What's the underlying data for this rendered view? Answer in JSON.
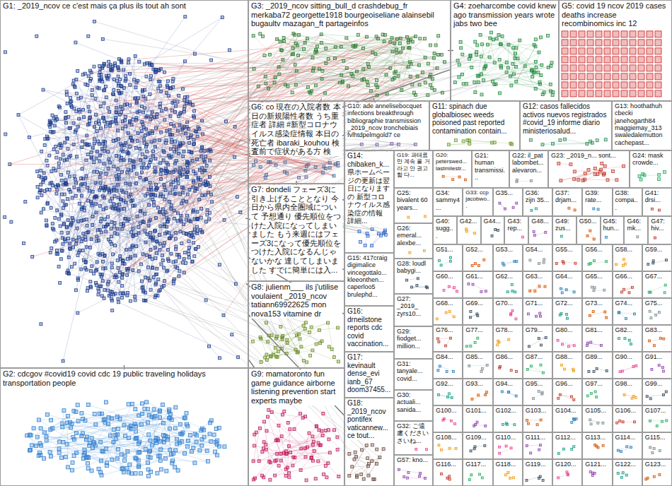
{
  "diagram": {
    "nodes": [
      {
        "text": [
          "G1: _2019_ncov ce c'est mais ça plus ils tout ah sont"
        ]
      },
      {
        "text": [
          "G3: _2019_ncov sitting_bull_d crashdebug_fr merkaba72 georgette1918 bourgeoiseliane alainsebil bugaultv mazagan_ft partageinfos"
        ]
      },
      {
        "text": [
          "G4: zoeharcombe covid knew ago transmission years wrote jabs two bee"
        ]
      },
      {
        "text": [
          "G5: covid 19 ncov 2019 cases deaths increase recombinomics inc 12"
        ]
      },
      {
        "text": [
          "G6: co 現在の入院者数 本日の新規陽性者数 うち重症者 詳細 #新型コロナウイルス感染症情報 本日の死亡者 ibaraki_kouhou 検査前で症状がある方 検"
        ]
      },
      {
        "text": [
          "G10: ade annelisebocquet infections breakthrough bibliographie transmission _2019_ncov tronchebiais fvlhtdpelmgold7 ce"
        ]
      },
      {
        "text": [
          "G11: spinach due globalbiosec weeds poisoned past reported contamination contain..."
        ]
      },
      {
        "text": [
          "G12: casos fallecidos activos nuevos registrados #covid_19 informe diario ministeriosalud..."
        ]
      },
      {
        "text": [
          "G13: hoothathuh cbecki janehogarth84 maggiemay_313 swaledalemutton cachepast..."
        ]
      },
      {
        "text": [
          "G7: dondeli フェーズ3に引き上げることとなり 今日から県内全圏域について 予想通り 優先順位をつけた入院になってしまいました もう来週にはフェーズ3になって優先順位をつけた入院になるんじゃないかな 達してしまいました すでに簡単には入..."
        ]
      },
      {
        "text": [
          "G14: chibaken_k... 県ホームページの更新は翌日になります の 新型コロナウイルス感染症の情報 詳細..."
        ]
      },
      {
        "text": [
          "G19: 과태료만 계속 올 거라고 안 권고함 다..."
        ]
      },
      {
        "text": [
          "G20: peterswed... lastmilestr..."
        ]
      },
      {
        "text": [
          "G21: human transmissi..."
        ]
      },
      {
        "text": [
          "G22: il_pat labombet... alevaron..."
        ]
      },
      {
        "text": [
          "G23: _2019_n... sont..."
        ]
      },
      {
        "text": [
          "G24: mask crowde..."
        ]
      },
      {
        "text": [
          "G25: bivalent 60 years..."
        ]
      },
      {
        "text": [
          "G34: sammy4..."
        ]
      },
      {
        "text": [
          "G33: ccp jacobwo..."
        ]
      },
      {
        "text": [
          "G35..."
        ]
      },
      {
        "text": [
          "G36: zijn 35..."
        ]
      },
      {
        "text": [
          "G37: drjam..."
        ]
      },
      {
        "text": [
          "G39: rate..."
        ]
      },
      {
        "text": [
          "G38: compa..."
        ]
      },
      {
        "text": [
          "G41: drsi..."
        ]
      },
      {
        "text": [
          "G40: sugg..."
        ]
      },
      {
        "text": [
          "G42..."
        ]
      },
      {
        "text": [
          "G44..."
        ]
      },
      {
        "text": [
          "G43: rep..."
        ]
      },
      {
        "text": [
          "G48..."
        ]
      },
      {
        "text": [
          "G49: zus..."
        ]
      },
      {
        "text": [
          "G50..."
        ]
      },
      {
        "text": [
          "G45: hun..."
        ]
      },
      {
        "text": [
          "G46: mk..."
        ]
      },
      {
        "text": [
          "G47: hiv..."
        ]
      },
      {
        "text": [
          "G15: 417craig digimalice vincegottalo... kleeonthen... caperloo5 brulephd..."
        ]
      },
      {
        "text": [
          "G26: emeral... alexbe..."
        ]
      },
      {
        "text": [
          "G28: loudl babygi..."
        ]
      },
      {
        "text": [
          "G8: julienm___ ils j'utilise voulaient _2019_ncov tatiann69922625 mon nova153 vitamine dr"
        ]
      },
      {
        "text": [
          "G16: drneilstone reports cdc covid vaccination..."
        ]
      },
      {
        "text": [
          "G27: _2019_ zyrs10..."
        ]
      },
      {
        "text": [
          "G29: fiodget... million..."
        ]
      },
      {
        "text": [
          "G17: kevinault dense_evi ianb_67 doom37455..."
        ]
      },
      {
        "text": [
          "G31: tanyale... covid..."
        ]
      },
      {
        "text": [
          "G30: actuali... sanida..."
        ]
      },
      {
        "text": [
          "G2: cdcgov #covid19 covid cdc 19 public traveling holidays transportation people"
        ]
      },
      {
        "text": [
          "G9: mamatoronto fun game guidance airborne listening prevention start experts maybe"
        ]
      },
      {
        "text": [
          "G18: _2019_ncov pontifex vaticannew... ce tout..."
        ]
      },
      {
        "text": [
          "G32: ご遠慮ください さいね..."
        ]
      },
      {
        "text": [
          "G57: kno..."
        ]
      },
      {
        "text": [
          "G51..."
        ]
      },
      {
        "text": [
          "G52..."
        ]
      },
      {
        "text": [
          "G53..."
        ]
      },
      {
        "text": [
          "G54..."
        ]
      },
      {
        "text": [
          "G55..."
        ]
      },
      {
        "text": [
          "G56..."
        ]
      },
      {
        "text": [
          "G58..."
        ]
      },
      {
        "text": [
          "G59..."
        ]
      },
      {
        "text": [
          "G60..."
        ]
      },
      {
        "text": [
          "G61..."
        ]
      },
      {
        "text": [
          "G62..."
        ]
      },
      {
        "text": [
          "G63..."
        ]
      },
      {
        "text": [
          "G64..."
        ]
      },
      {
        "text": [
          "G65..."
        ]
      },
      {
        "text": [
          "G66..."
        ]
      },
      {
        "text": [
          "G67..."
        ]
      },
      {
        "text": [
          "G68..."
        ]
      },
      {
        "text": [
          "G69..."
        ]
      },
      {
        "text": [
          "G70..."
        ]
      },
      {
        "text": [
          "G71..."
        ]
      },
      {
        "text": [
          "G72..."
        ]
      },
      {
        "text": [
          "G73..."
        ]
      },
      {
        "text": [
          "G74..."
        ]
      },
      {
        "text": [
          "G75..."
        ]
      },
      {
        "text": [
          "G76..."
        ]
      },
      {
        "text": [
          "G77..."
        ]
      },
      {
        "text": [
          "G78..."
        ]
      },
      {
        "text": [
          "G79..."
        ]
      },
      {
        "text": [
          "G80..."
        ]
      },
      {
        "text": [
          "G81..."
        ]
      },
      {
        "text": [
          "G82..."
        ]
      },
      {
        "text": [
          "G83..."
        ]
      },
      {
        "text": [
          "G84..."
        ]
      },
      {
        "text": [
          "G85..."
        ]
      },
      {
        "text": [
          "G86..."
        ]
      },
      {
        "text": [
          "G87..."
        ]
      },
      {
        "text": [
          "G88..."
        ]
      },
      {
        "text": [
          "G89..."
        ]
      },
      {
        "text": [
          "G90..."
        ]
      },
      {
        "text": [
          "G91..."
        ]
      },
      {
        "text": [
          "G92..."
        ]
      },
      {
        "text": [
          "G93..."
        ]
      },
      {
        "text": [
          "G94..."
        ]
      },
      {
        "text": [
          "G95..."
        ]
      },
      {
        "text": [
          "G96..."
        ]
      },
      {
        "text": [
          "G97..."
        ]
      },
      {
        "text": [
          "G98..."
        ]
      },
      {
        "text": [
          "G99..."
        ]
      },
      {
        "text": [
          "G100..."
        ]
      },
      {
        "text": [
          "G101..."
        ]
      },
      {
        "text": [
          "G102..."
        ]
      },
      {
        "text": [
          "G103..."
        ]
      },
      {
        "text": [
          "G104..."
        ]
      },
      {
        "text": [
          "G105..."
        ]
      },
      {
        "text": [
          "G106..."
        ]
      },
      {
        "text": [
          "G107..."
        ]
      },
      {
        "text": [
          "G108..."
        ]
      },
      {
        "text": [
          "G109..."
        ]
      },
      {
        "text": [
          "G110..."
        ]
      },
      {
        "text": [
          "G111..."
        ]
      },
      {
        "text": [
          "G112..."
        ]
      },
      {
        "text": [
          "G113..."
        ]
      },
      {
        "text": [
          "G114..."
        ]
      },
      {
        "text": [
          "G115..."
        ]
      },
      {
        "text": [
          "G116..."
        ]
      },
      {
        "text": [
          "G117..."
        ]
      },
      {
        "text": [
          "G118..."
        ]
      },
      {
        "text": [
          "G119..."
        ]
      },
      {
        "text": [
          "G120..."
        ]
      },
      {
        "text": [
          "G121..."
        ]
      },
      {
        "text": [
          "G122..."
        ]
      },
      {
        "text": [
          "G123..."
        ]
      }
    ],
    "edges": [
      {
        "from": 0,
        "to": 1,
        "arrow": "none"
      },
      {
        "from": 0,
        "to": 4,
        "arrow": "none"
      },
      {
        "from": 0,
        "to": 9,
        "arrow": "none"
      },
      {
        "from": 0,
        "to": 39,
        "arrow": "none"
      },
      {
        "from": 0,
        "to": 46,
        "arrow": "none"
      },
      {
        "from": 0,
        "to": 5,
        "arrow": "none"
      },
      {
        "from": 0,
        "to": 10,
        "arrow": "none"
      },
      {
        "from": 0,
        "to": 36,
        "arrow": "none"
      },
      {
        "from": 0,
        "to": 40,
        "arrow": "none"
      },
      {
        "from": 0,
        "to": 48,
        "arrow": "none"
      },
      {
        "from": 0,
        "to": 2,
        "arrow": "none"
      },
      {
        "from": 1,
        "to": 4,
        "arrow": "none"
      },
      {
        "from": 1,
        "to": 5,
        "arrow": "none"
      },
      {
        "from": 1,
        "to": 2,
        "arrow": "none"
      },
      {
        "from": 0,
        "to": 47,
        "arrow": "none"
      },
      {
        "from": 4,
        "to": 9,
        "arrow": "none"
      }
    ]
  }
}
